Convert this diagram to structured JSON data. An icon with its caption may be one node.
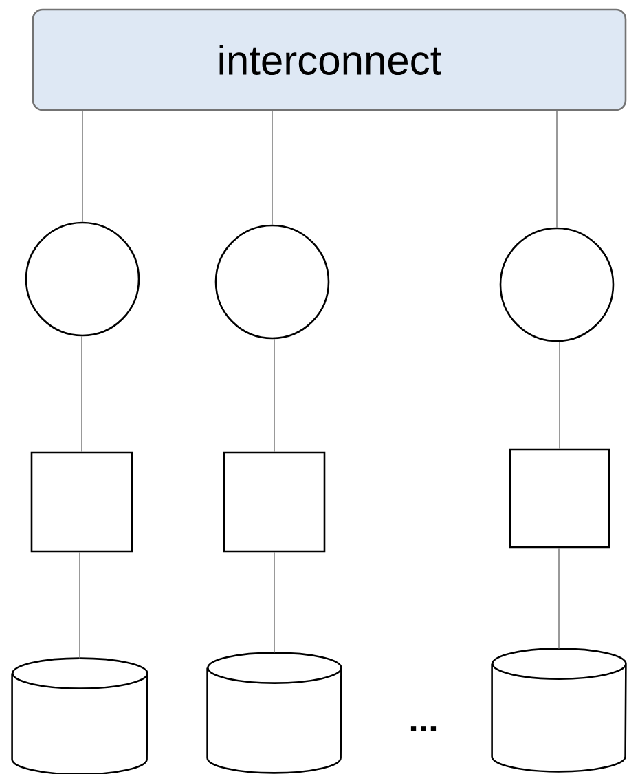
{
  "diagram": {
    "nodes": [
      {
        "text": [
          "interconnect"
        ]
      },
      {
        "text": [],
        "shape": "circle"
      },
      {
        "text": [],
        "shape": "circle"
      },
      {
        "text": [],
        "shape": "circle"
      },
      {
        "text": [],
        "shape": "box"
      },
      {
        "text": [],
        "shape": "box"
      },
      {
        "text": [],
        "shape": "box"
      },
      {
        "text": [],
        "shape": "cylinder"
      },
      {
        "text": [],
        "shape": "cylinder"
      },
      {
        "text": [],
        "shape": "cylinder"
      }
    ],
    "edges": [
      {
        "from": 0,
        "to": 1,
        "arrow": "none"
      },
      {
        "from": 0,
        "to": 2,
        "arrow": "none"
      },
      {
        "from": 0,
        "to": 3,
        "arrow": "none"
      },
      {
        "from": 1,
        "to": 4,
        "arrow": "none"
      },
      {
        "from": 2,
        "to": 5,
        "arrow": "none"
      },
      {
        "from": 3,
        "to": 6,
        "arrow": "none"
      },
      {
        "from": 4,
        "to": 7,
        "arrow": "none"
      },
      {
        "from": 5,
        "to": 8,
        "arrow": "none"
      },
      {
        "from": 6,
        "to": 9,
        "arrow": "none"
      }
    ],
    "labels": [
      "..."
    ]
  }
}
